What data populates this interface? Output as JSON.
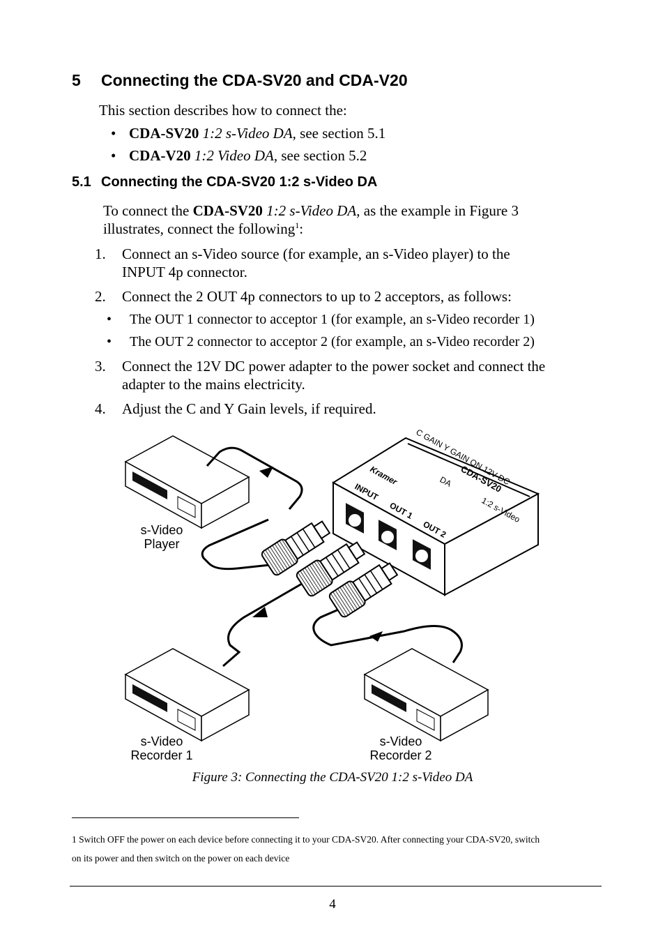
{
  "section": {
    "number": "5",
    "title": "Connecting the CDA-SV20 and CDA-V20",
    "intro": "This section describes how to connect the:",
    "bullets": [
      {
        "model": "CDA-SV20",
        "desc": "1:2 s-Video DA",
        "rest": ", see section 5.1"
      },
      {
        "model": "CDA-V20",
        "desc": "1:2 Video DA",
        "rest": ", see section 5.2"
      }
    ]
  },
  "subsection": {
    "number": "5.1",
    "title": "Connecting the CDA-SV20 1:2 s-Video DA",
    "intro_a": "To connect the ",
    "intro_model": "CDA-SV20",
    "intro_desc": "1:2 s-Video DA",
    "intro_b": ", as the example in Figure 3",
    "intro_c": "illustrates, connect the following",
    "intro_sup": "1",
    "intro_end": ":",
    "steps": [
      {
        "num": "1.",
        "line1": "Connect an s-Video source (for example, an s-Video player) to the",
        "line2": "INPUT 4p connector."
      },
      {
        "num": "2.",
        "line1": "Connect the 2 OUT 4p connectors to up to 2 acceptors, as follows:"
      },
      {
        "num": "3.",
        "line1": "Connect the 12V DC power adapter to the power socket and connect the",
        "line2": "adapter to the mains electricity."
      },
      {
        "num": "4.",
        "line1": "Adjust the C and Y Gain levels, if required."
      }
    ],
    "sub_bullets": [
      "The OUT 1 connector to acceptor 1 (for example, an s-Video recorder 1)",
      "The OUT 2 connector to acceptor 2 (for example, an s-Video recorder 2)"
    ]
  },
  "figure": {
    "labels": {
      "player_l1": "s-Video",
      "player_l2": "Player",
      "rec1_l1": "s-Video",
      "rec1_l2": "Recorder 1",
      "rec2_l1": "s-Video",
      "rec2_l2": "Recorder 2",
      "input": "INPUT",
      "out1": "OUT 1",
      "out2": "OUT 2",
      "model": "CDA-SV20",
      "model_desc1": "1:2 s-Video",
      "model_desc2": "DA",
      "gain": "C GAIN   Y GAIN   ON   12V DC",
      "brand": "Kramer"
    },
    "caption": "Figure 3: Connecting the CDA-SV20 1:2 s-Video DA"
  },
  "footnote": {
    "line1": "1 Switch OFF the power on each device before connecting it to your CDA-SV20. After connecting your CDA-SV20, switch",
    "line2": "on its power and then switch on the power on each device"
  },
  "page_number": "4"
}
